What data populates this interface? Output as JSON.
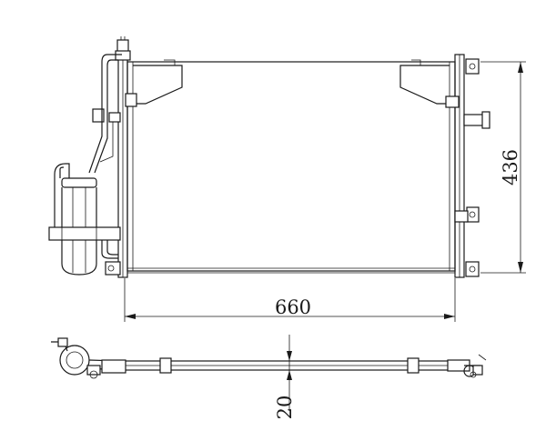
{
  "dimensions": {
    "width_label": "660",
    "height_label": "436",
    "thickness_label": "20"
  },
  "colors": {
    "line": "#1a1a1a",
    "background": "#ffffff"
  }
}
